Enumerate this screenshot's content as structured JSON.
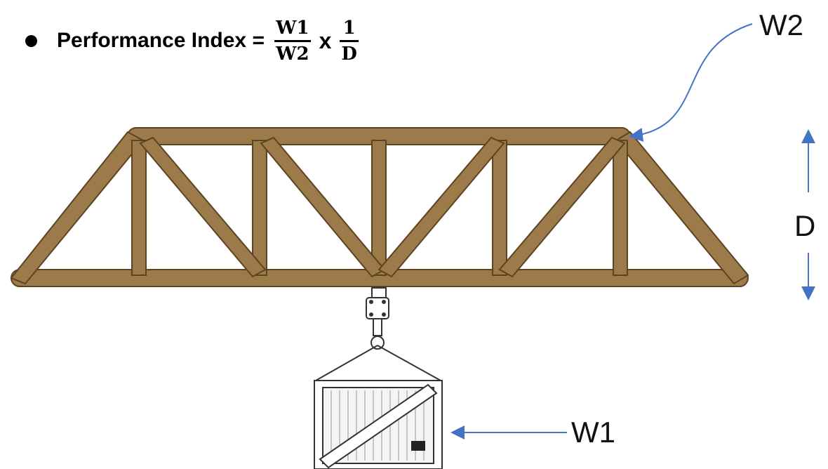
{
  "formula": {
    "prefix": "Performance Index = ",
    "frac1": {
      "numerator": "W1",
      "denominator": "W2"
    },
    "times": "x",
    "frac2": {
      "numerator": "1",
      "denominator": "D"
    }
  },
  "labels": {
    "w2": "W2",
    "d": "D",
    "w1": "W1"
  },
  "colors": {
    "wood": "#9c7a4a",
    "wood_edge": "#5c4322",
    "arrow": "#4472c4",
    "line": "#333333"
  }
}
